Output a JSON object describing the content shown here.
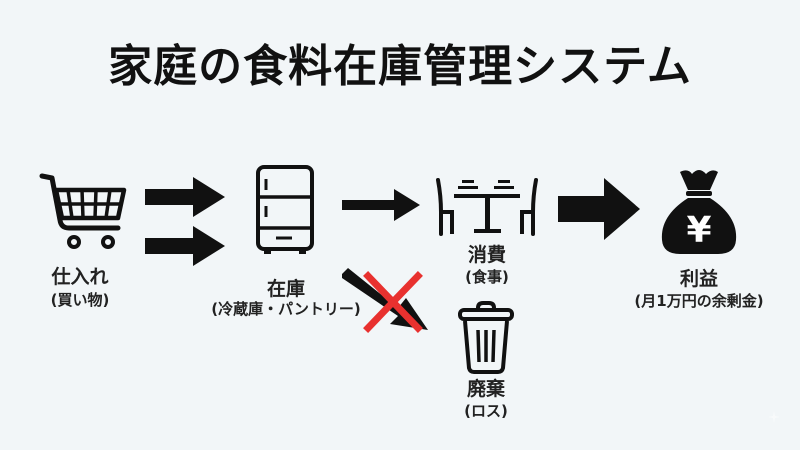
{
  "title": "家庭の食料在庫管理システム",
  "nodes": {
    "purchase": {
      "label": "仕入れ",
      "sub": "(買い物)",
      "icon": "shopping-cart-icon"
    },
    "inventory": {
      "label": "在庫",
      "sub": "(冷蔵庫・パントリー)",
      "icon": "refrigerator-icon"
    },
    "consumption": {
      "label": "消費",
      "sub": "(食事)",
      "icon": "dining-table-icon"
    },
    "waste": {
      "label": "廃棄",
      "sub": "(ロス)",
      "icon": "trash-can-icon"
    },
    "profit": {
      "label": "利益",
      "sub": "(月1万円の余剰金)",
      "icon": "yen-money-bag-icon"
    }
  },
  "colors": {
    "background": "#f2f6f8",
    "ink": "#111111",
    "cross": "#e8312f"
  }
}
